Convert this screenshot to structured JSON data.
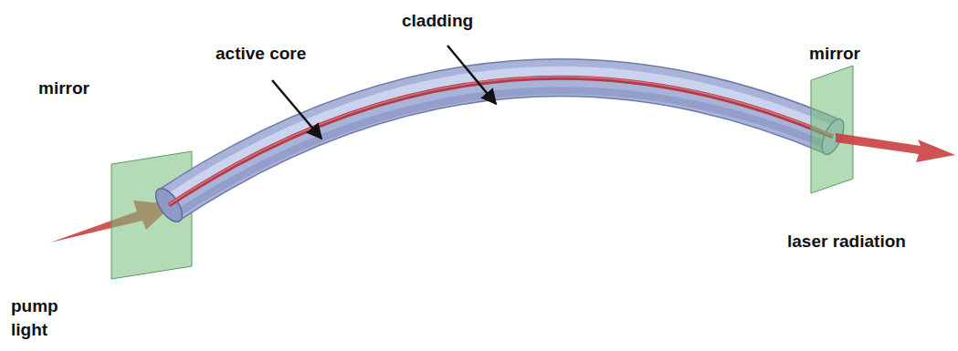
{
  "diagram": {
    "labels": [
      "mirror",
      "active core",
      "cladding",
      "mirror",
      "laser radiation",
      "pump light"
    ]
  }
}
